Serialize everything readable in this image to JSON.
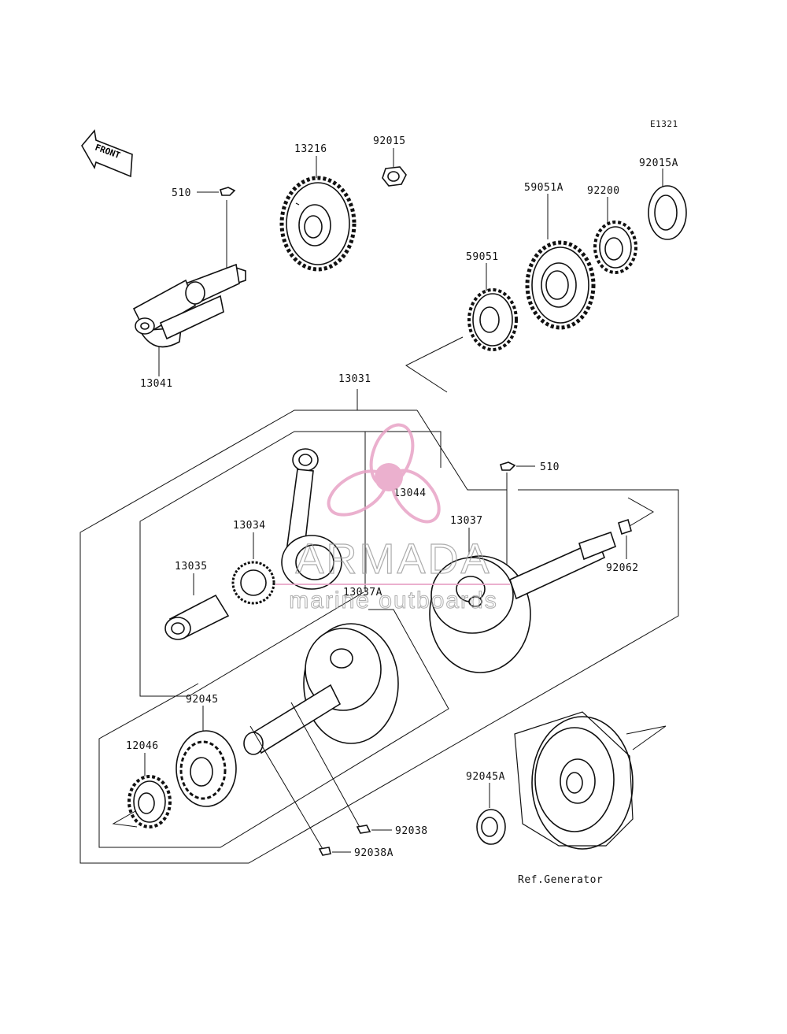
{
  "diagram_code": "E1321",
  "front_arrow_text": "FRONT",
  "reference_note": "Ref.Generator",
  "watermark": {
    "brand": "ARMADA",
    "tagline": "marine outboards",
    "color": "#e8a3c6"
  },
  "part_numbers": {
    "p510_top": "510",
    "p13041": "13041",
    "p13216": "13216",
    "p92015": "92015",
    "p92015A": "92015A",
    "p92200": "92200",
    "p59051A": "59051A",
    "p59051": "59051",
    "p13031": "13031",
    "p510_right": "510",
    "p13044": "13044",
    "p13034": "13034",
    "p13035": "13035",
    "p13037": "13037",
    "p92062": "92062",
    "p13037A": "13037A",
    "p92045": "92045",
    "p12046": "12046",
    "p92045A": "92045A",
    "p92038": "92038",
    "p92038A": "92038A"
  }
}
